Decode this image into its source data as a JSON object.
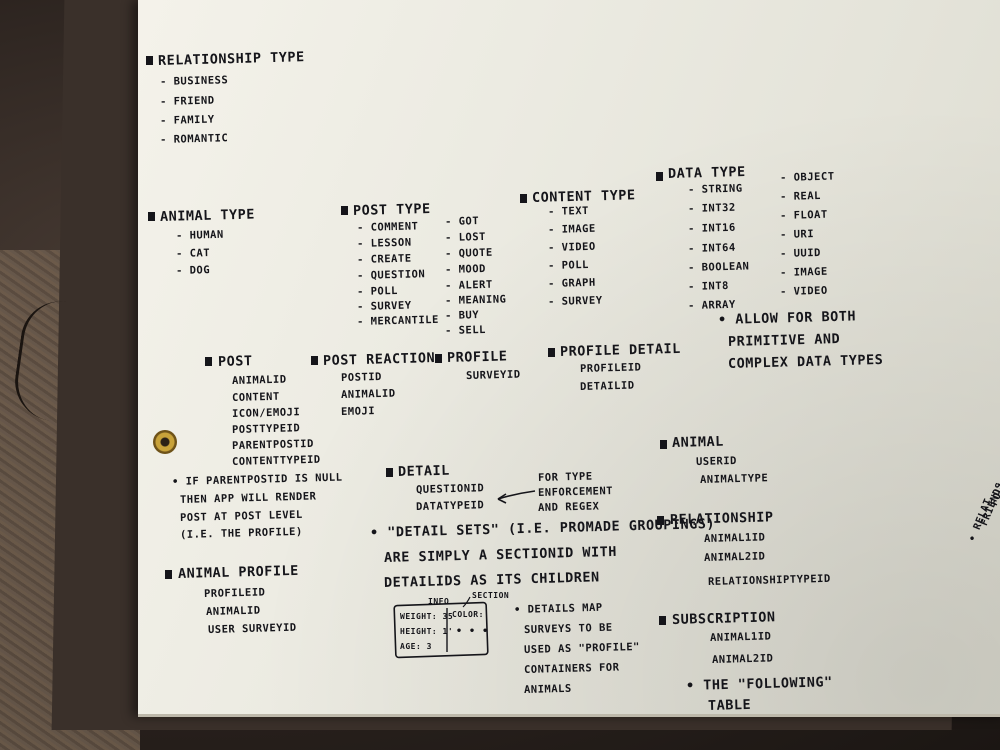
{
  "relationship_type": {
    "title": "Relationship Type",
    "items": [
      "- Business",
      "- Friend",
      "- Family",
      "- Romantic"
    ]
  },
  "animal_type": {
    "title": "Animal Type",
    "items": [
      "- Human",
      "- Cat",
      "- Dog"
    ]
  },
  "post_type": {
    "title": "Post Type",
    "items_left": [
      "- Comment",
      "- Lesson",
      "- Create",
      "- Question",
      "- Poll",
      "- Survey",
      "- Mercantile"
    ],
    "items_right": [
      "- Got",
      "- Lost",
      "- Quote",
      "- Mood",
      "- Alert",
      "- Meaning",
      "- Buy",
      "- Sell"
    ]
  },
  "content_type": {
    "title": "Content Type",
    "items": [
      "- Text",
      "- Image",
      "- Video",
      "- Poll",
      "- Graph",
      "- Survey"
    ]
  },
  "data_type": {
    "title": "Data Type",
    "items_left": [
      "- String",
      "- Int32",
      "- Int16",
      "- Int64",
      "- Boolean",
      "- Int8",
      "- Array"
    ],
    "items_right": [
      "- Object",
      "- Real",
      "- Float",
      "- URI",
      "- UUID",
      "- Image",
      "- Video"
    ],
    "note": [
      "• Allow for both",
      "primitive and",
      "complex data types"
    ]
  },
  "post": {
    "title": "Post",
    "fields": [
      "AnimalID",
      "Content",
      "Icon/Emoji",
      "PostTypeID",
      "ParentPostID",
      "ContentTypeID"
    ]
  },
  "post_reaction": {
    "title": "Post Reaction",
    "fields": [
      "PostID",
      "AnimalID",
      "Emoji"
    ]
  },
  "profile": {
    "title": "Profile",
    "fields": [
      "SurveyID"
    ]
  },
  "profile_detail": {
    "title": "Profile Detail",
    "fields": [
      "ProfileID",
      "DetailID"
    ]
  },
  "parent_note": [
    "• If ParentPostID is null",
    "then app will render",
    "post at post level",
    "(i.e. the profile)"
  ],
  "detail": {
    "title": "Detail",
    "fields": [
      "QuestionID",
      "DataTypeID"
    ],
    "annotation": [
      "For type",
      "enforcement",
      "and RegEx"
    ]
  },
  "detail_sets_note": [
    "• \"Detail Sets\" (i.e. Promade Groupings)",
    "are simply a SectionID with",
    "DetailIDs as its children"
  ],
  "sketch": {
    "label_top": "Info",
    "label_section": "Section",
    "rows": [
      "Weight: 35",
      "Height: 1'",
      "Age: 3"
    ],
    "color": "Color:",
    "more": "• • •"
  },
  "details_map_note": [
    "• Details map",
    "surveys to be",
    "used as \"profile\"",
    "containers for",
    "animals"
  ],
  "animal_profile": {
    "title": "Animal Profile",
    "fields": [
      "ProfileID",
      "AnimalID",
      "User SurveyID"
    ]
  },
  "animal": {
    "title": "Animal",
    "fields": [
      "UserID",
      "AnimalType"
    ]
  },
  "relationship": {
    "title": "Relationship",
    "fields": [
      "Animal1ID",
      "Animal2ID",
      "RelationshipTypeID"
    ]
  },
  "subscription": {
    "title": "Subscription",
    "fields": [
      "Animal1ID",
      "Animal2ID"
    ],
    "note": [
      "• The \"following\"",
      "table"
    ]
  },
  "edge_text": [
    "• Relat",
    "Friends",
    "Follow"
  ],
  "colors": {
    "ink": "#15151a",
    "board": "#ecebe2",
    "frame": "#3a302a",
    "grommet": "#c8a23a"
  }
}
